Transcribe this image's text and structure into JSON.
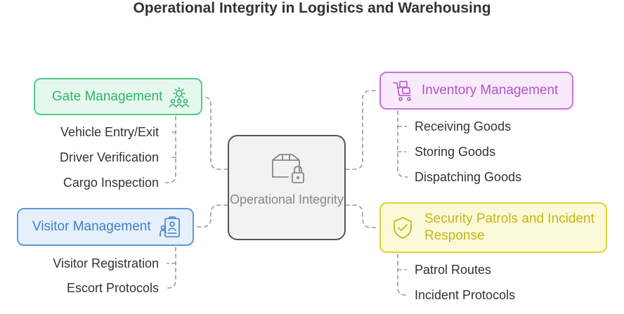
{
  "title": "Operational Integrity in Logistics and Warehousing",
  "center": {
    "label": "Operational Integrity",
    "icon": "box-lock-icon"
  },
  "branches": {
    "gate": {
      "label": "Gate Management",
      "icon": "gear-people-icon",
      "color": "#2fb26d",
      "items": [
        "Vehicle Entry/Exit",
        "Driver Verification",
        "Cargo Inspection"
      ]
    },
    "visitor": {
      "label": "Visitor Management",
      "icon": "visitor-badge-icon",
      "color": "#3f7fc4",
      "items": [
        "Visitor Registration",
        "Escort Protocols"
      ]
    },
    "inventory": {
      "label": "Inventory Management",
      "icon": "cart-icon",
      "color": "#b453cc",
      "items": [
        "Receiving Goods",
        "Storing Goods",
        "Dispatching Goods"
      ]
    },
    "security": {
      "label": "Security Patrols and Incident Response",
      "icon": "shield-check-icon",
      "color": "#c4b617",
      "items": [
        "Patrol Routes",
        "Incident Protocols"
      ]
    }
  }
}
